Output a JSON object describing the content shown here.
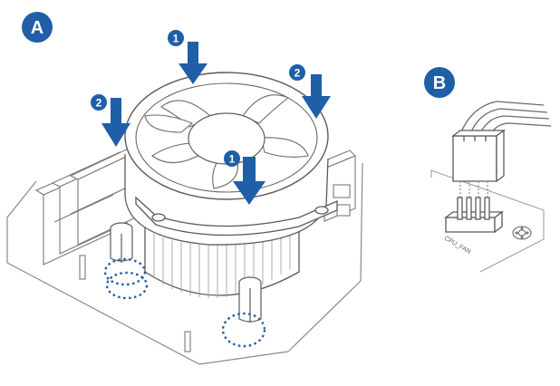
{
  "panels": {
    "a": {
      "label": "A"
    },
    "b": {
      "label": "B"
    }
  },
  "steps": {
    "step1": "1",
    "step2": "2"
  },
  "connector": {
    "label": "CPU_FAN"
  },
  "colors": {
    "accent": "#1f5fa8",
    "line": "#5a5a5a",
    "light": "#a8a8a8"
  }
}
